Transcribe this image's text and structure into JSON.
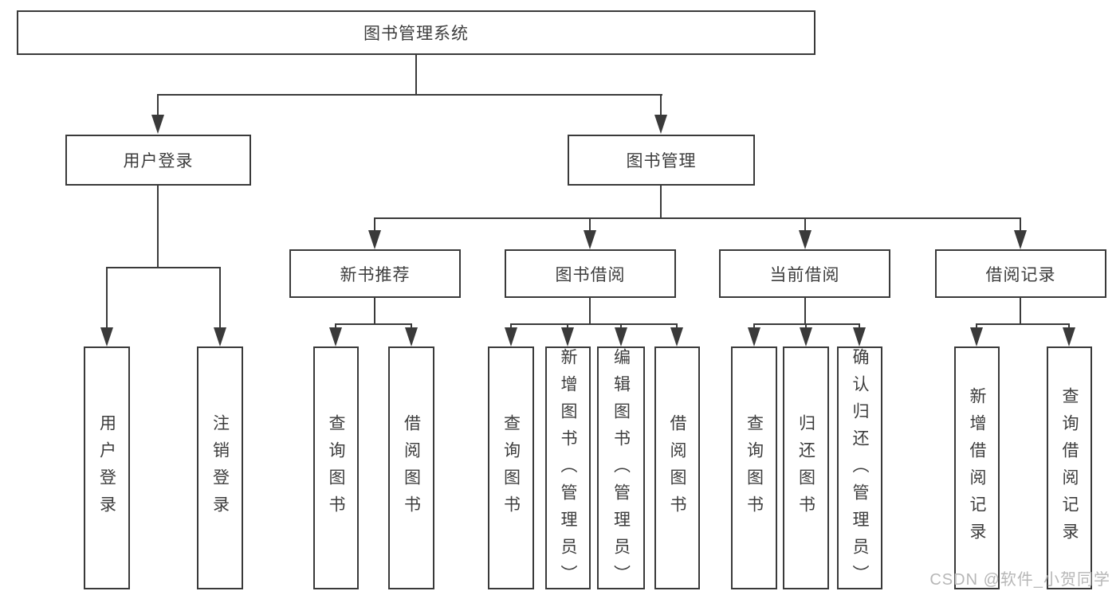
{
  "colors": {
    "line": "#3a3a3a",
    "text": "#3d3d3d",
    "watermark": "#b7b7b7",
    "background": "#ffffff"
  },
  "diagram": {
    "root": "图书管理系统",
    "level2": {
      "user_login": "用户登录",
      "book_mgmt": "图书管理"
    },
    "level3": {
      "new_books": "新书推荐",
      "book_borrow": "图书借阅",
      "current_borrow": "当前借阅",
      "borrow_records": "借阅记录"
    },
    "leaves": {
      "user_login_leaf": "用户登录",
      "logout": "注销登录",
      "nb_query": "查询图书",
      "nb_borrow": "借阅图书",
      "bb_query": "查询图书",
      "bb_add": "新增图书（管理员）",
      "bb_edit": "编辑图书（管理员）",
      "bb_borrow": "借阅图书",
      "cb_query": "查询图书",
      "cb_return": "归还图书",
      "cb_confirm": "确认归还（管理员）",
      "br_add": "新增借阅记录",
      "br_query": "查询借阅记录"
    }
  },
  "watermark": "CSDN @软件_小贺同学"
}
